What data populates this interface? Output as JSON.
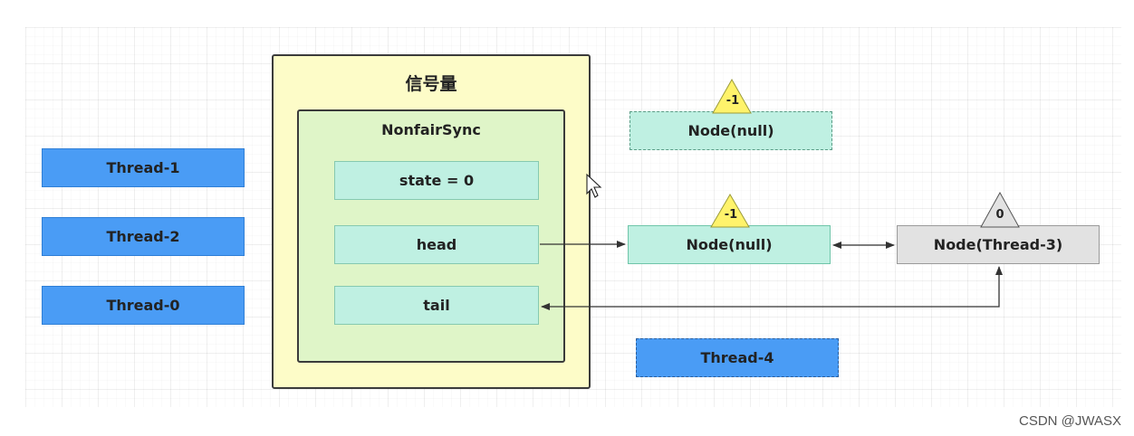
{
  "diagram": {
    "semaphore_title": "信号量",
    "sync_title": "NonfairSync",
    "fields": {
      "state": "state = 0",
      "head": "head",
      "tail": "tail"
    },
    "threads": {
      "t1": "Thread-1",
      "t2": "Thread-2",
      "t0": "Thread-0",
      "t4": "Thread-4"
    },
    "nodes": {
      "top_node": "Node(null)",
      "top_node_status": "-1",
      "head_node": "Node(null)",
      "head_node_status": "-1",
      "thread3_node": "Node(Thread-3)",
      "thread3_node_status": "0"
    }
  },
  "colors": {
    "thread_blue": "#4a9cf5",
    "node_mint": "#bff0e2",
    "semaphore_yellow": "#fdfcc8",
    "sync_green": "#dff5c8",
    "status_triangle": "#fff36b",
    "node_gray": "#e2e2e2"
  },
  "watermark": "CSDN @JWASX"
}
